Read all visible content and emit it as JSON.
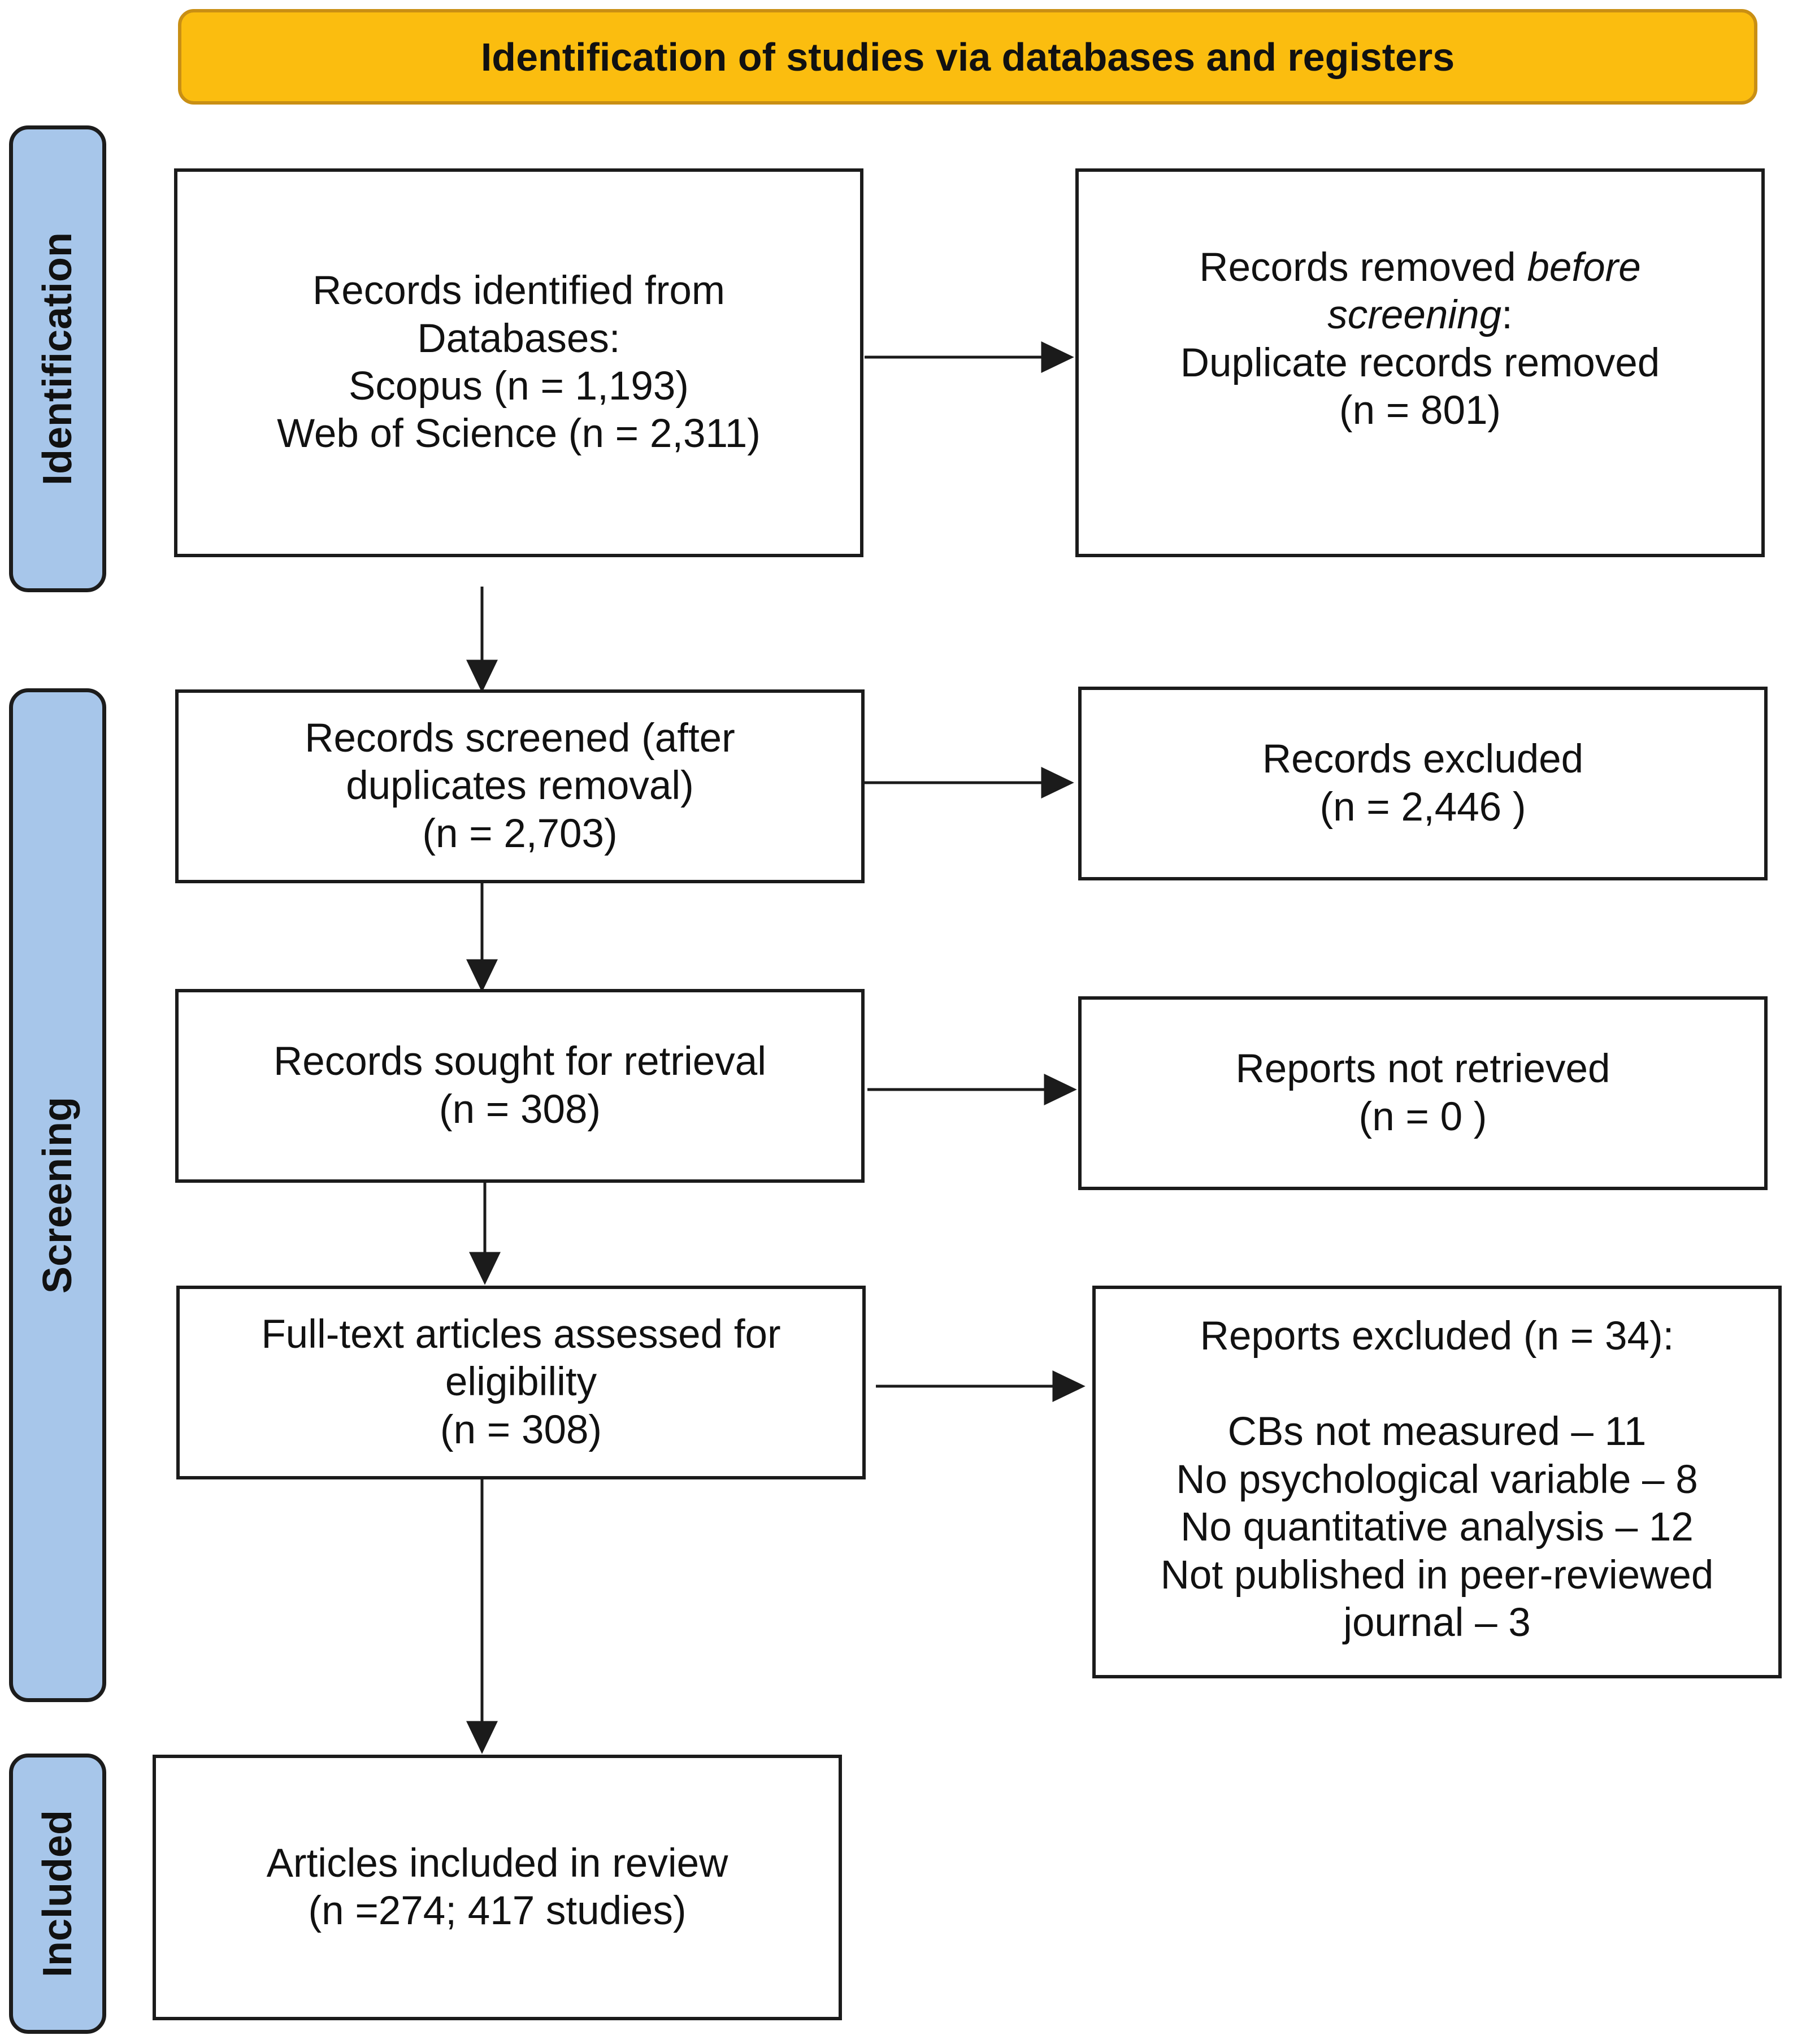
{
  "header": {
    "title": "Identification of studies via databases and registers"
  },
  "phases": {
    "identification": "Identification",
    "screening": "Screening",
    "included": "Included"
  },
  "boxes": {
    "identified": {
      "line1": "Records identified from",
      "line2": "Databases:",
      "line3": "Scopus (n = 1,193)",
      "line4": "Web of Science (n = 2,311)"
    },
    "removed": {
      "line1a": "Records removed ",
      "line1b": "before",
      "line2a": "screening",
      "line2b": ":",
      "line3": "Duplicate records removed",
      "line4": "(n = 801)"
    },
    "screened": {
      "line1": "Records screened (after",
      "line2": "duplicates removal)",
      "line3": "(n = 2,703)"
    },
    "excluded": {
      "line1": "Records excluded",
      "line2": "(n = 2,446 )"
    },
    "sought": {
      "line1": "Records sought for retrieval",
      "line2": "(n = 308)"
    },
    "not_retrieved": {
      "line1": "Reports not retrieved",
      "line2": "(n = 0 )"
    },
    "assessed": {
      "line1": "Full-text articles assessed for",
      "line2": "eligibility",
      "line3": "(n = 308)"
    },
    "reports_excluded": {
      "heading": "Reports excluded (n = 34):",
      "reasons": [
        "CBs not measured – 11",
        "No psychological variable – 8",
        "No quantitative analysis – 12",
        "Not published in peer-reviewed",
        "journal – 3"
      ]
    },
    "included": {
      "line1": "Articles included in review",
      "line2": "(n =274;  417 studies)"
    }
  }
}
